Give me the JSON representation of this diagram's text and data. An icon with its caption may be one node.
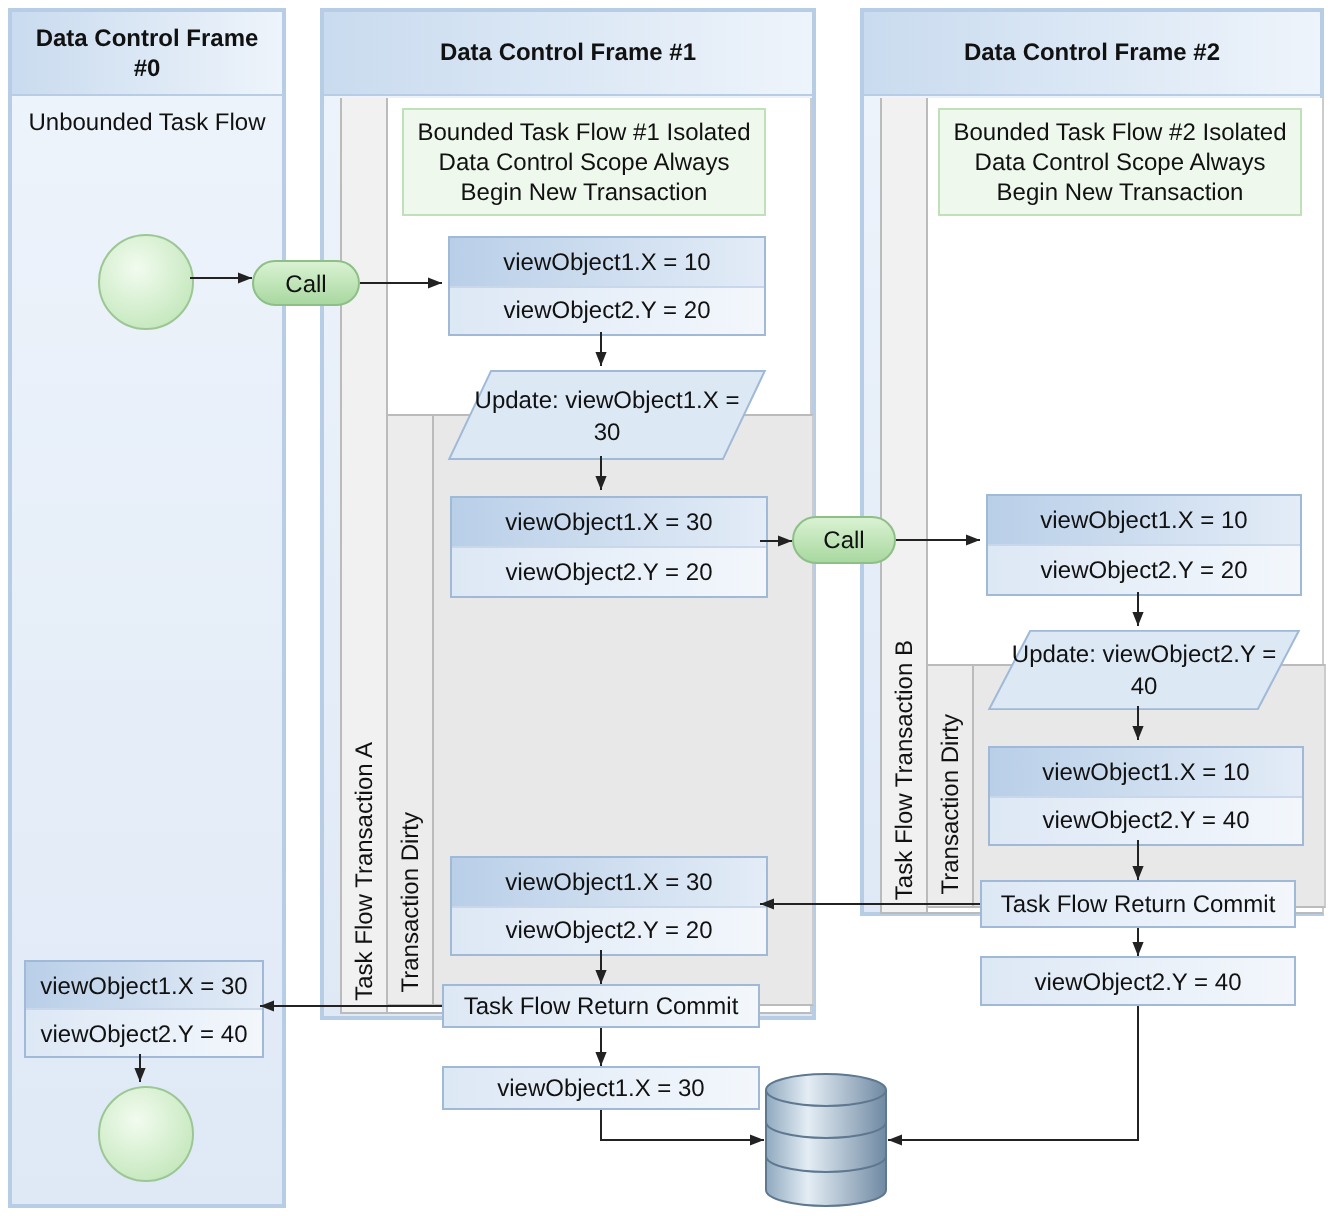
{
  "diagram": {
    "nodes": [
      {
        "text": [
          "Data Control Frame #0",
          "Unbounded Task Flow"
        ]
      },
      {
        "text": [],
        "shape": "circle",
        "in": 0
      },
      {
        "text": [
          "Call"
        ]
      },
      {
        "text": [
          "Data Control Frame #1"
        ]
      },
      {
        "text": [
          "Task Flow Transaction A"
        ],
        "in": 3
      },
      {
        "text": [
          "Transaction Dirty"
        ],
        "in": 4
      },
      {
        "text": [
          "Bounded Task Flow #1 Isolated Data Control Scope Always Begin New Transaction"
        ],
        "in": 4
      },
      {
        "text": [
          "viewObject1.X = 10",
          "viewObject2.Y = 20"
        ],
        "in": 4
      },
      {
        "text": [
          "Update: viewObject1.X = 30"
        ],
        "in": 4
      },
      {
        "text": [
          "viewObject1.X = 30",
          "viewObject2.Y = 20"
        ],
        "in": 5
      },
      {
        "text": [
          "Call"
        ]
      },
      {
        "text": [
          "Data Control Frame #2"
        ]
      },
      {
        "text": [
          "Task Flow Transaction B"
        ],
        "in": 11
      },
      {
        "text": [
          "Transaction Dirty"
        ],
        "in": 12
      },
      {
        "text": [
          "Bounded Task Flow #2 Isolated Data Control Scope Always Begin New Transaction"
        ],
        "in": 12
      },
      {
        "text": [
          "viewObject1.X = 10",
          "viewObject2.Y = 20"
        ],
        "in": 12
      },
      {
        "text": [
          "Update: viewObject2.Y = 40"
        ],
        "in": 12
      },
      {
        "text": [
          "viewObject1.X = 10",
          "viewObject2.Y = 40"
        ],
        "in": 13
      },
      {
        "text": [
          "Task Flow Return Commit"
        ]
      },
      {
        "text": [
          "viewObject1.X = 30",
          "viewObject2.Y = 20"
        ],
        "in": 5
      },
      {
        "text": [
          "Task Flow Return Commit"
        ]
      },
      {
        "text": [
          "viewObject1.X = 30",
          "viewObject2.Y = 40"
        ],
        "in": 0
      },
      {
        "text": [],
        "shape": "circle",
        "in": 0
      },
      {
        "text": [
          "viewObject1.X = 30"
        ]
      },
      {
        "text": [
          "viewObject2.Y = 40"
        ]
      },
      {
        "text": [],
        "shape": "cylinder"
      }
    ],
    "edges": [
      {
        "from": 1,
        "to": 2,
        "arrow": "to"
      },
      {
        "from": 2,
        "to": 7,
        "arrow": "to"
      },
      {
        "from": 7,
        "to": 8,
        "arrow": "to"
      },
      {
        "from": 8,
        "to": 9,
        "arrow": "to"
      },
      {
        "from": 9,
        "to": 10,
        "arrow": "to"
      },
      {
        "from": 10,
        "to": 15,
        "arrow": "to"
      },
      {
        "from": 15,
        "to": 16,
        "arrow": "to"
      },
      {
        "from": 16,
        "to": 17,
        "arrow": "to"
      },
      {
        "from": 17,
        "to": 18,
        "arrow": "to"
      },
      {
        "from": 18,
        "to": 19,
        "arrow": "to"
      },
      {
        "from": 18,
        "to": 24,
        "arrow": "to"
      },
      {
        "from": 19,
        "to": 20,
        "arrow": "to"
      },
      {
        "from": 20,
        "to": 21,
        "arrow": "to"
      },
      {
        "from": 20,
        "to": 23,
        "arrow": "to"
      },
      {
        "from": 21,
        "to": 22,
        "arrow": "to"
      },
      {
        "from": 23,
        "to": 25,
        "arrow": "to"
      },
      {
        "from": 24,
        "to": 25,
        "arrow": "to"
      }
    ]
  }
}
